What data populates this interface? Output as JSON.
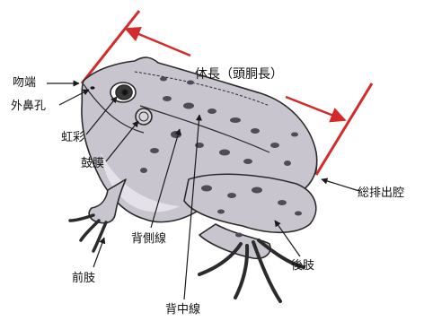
{
  "labels": {
    "body_length": "体長（頭胴長）",
    "snout": "吻端",
    "nostril": "外鼻孔",
    "iris": "虹彩",
    "tympanum": "鼓膜",
    "dorsolateral_line": "背側線",
    "dorsal_midline": "背中線",
    "cloaca": "総排出腔",
    "hind_limb": "後肢",
    "fore_limb": "前肢"
  },
  "colors": {
    "measure_line": "#d42a2a",
    "body_fill": "#c9c5cf",
    "belly_fill": "#e4e1e8",
    "spot": "#4f4c56",
    "outline": "#2b2b2b",
    "leader": "#1a1a1a"
  }
}
